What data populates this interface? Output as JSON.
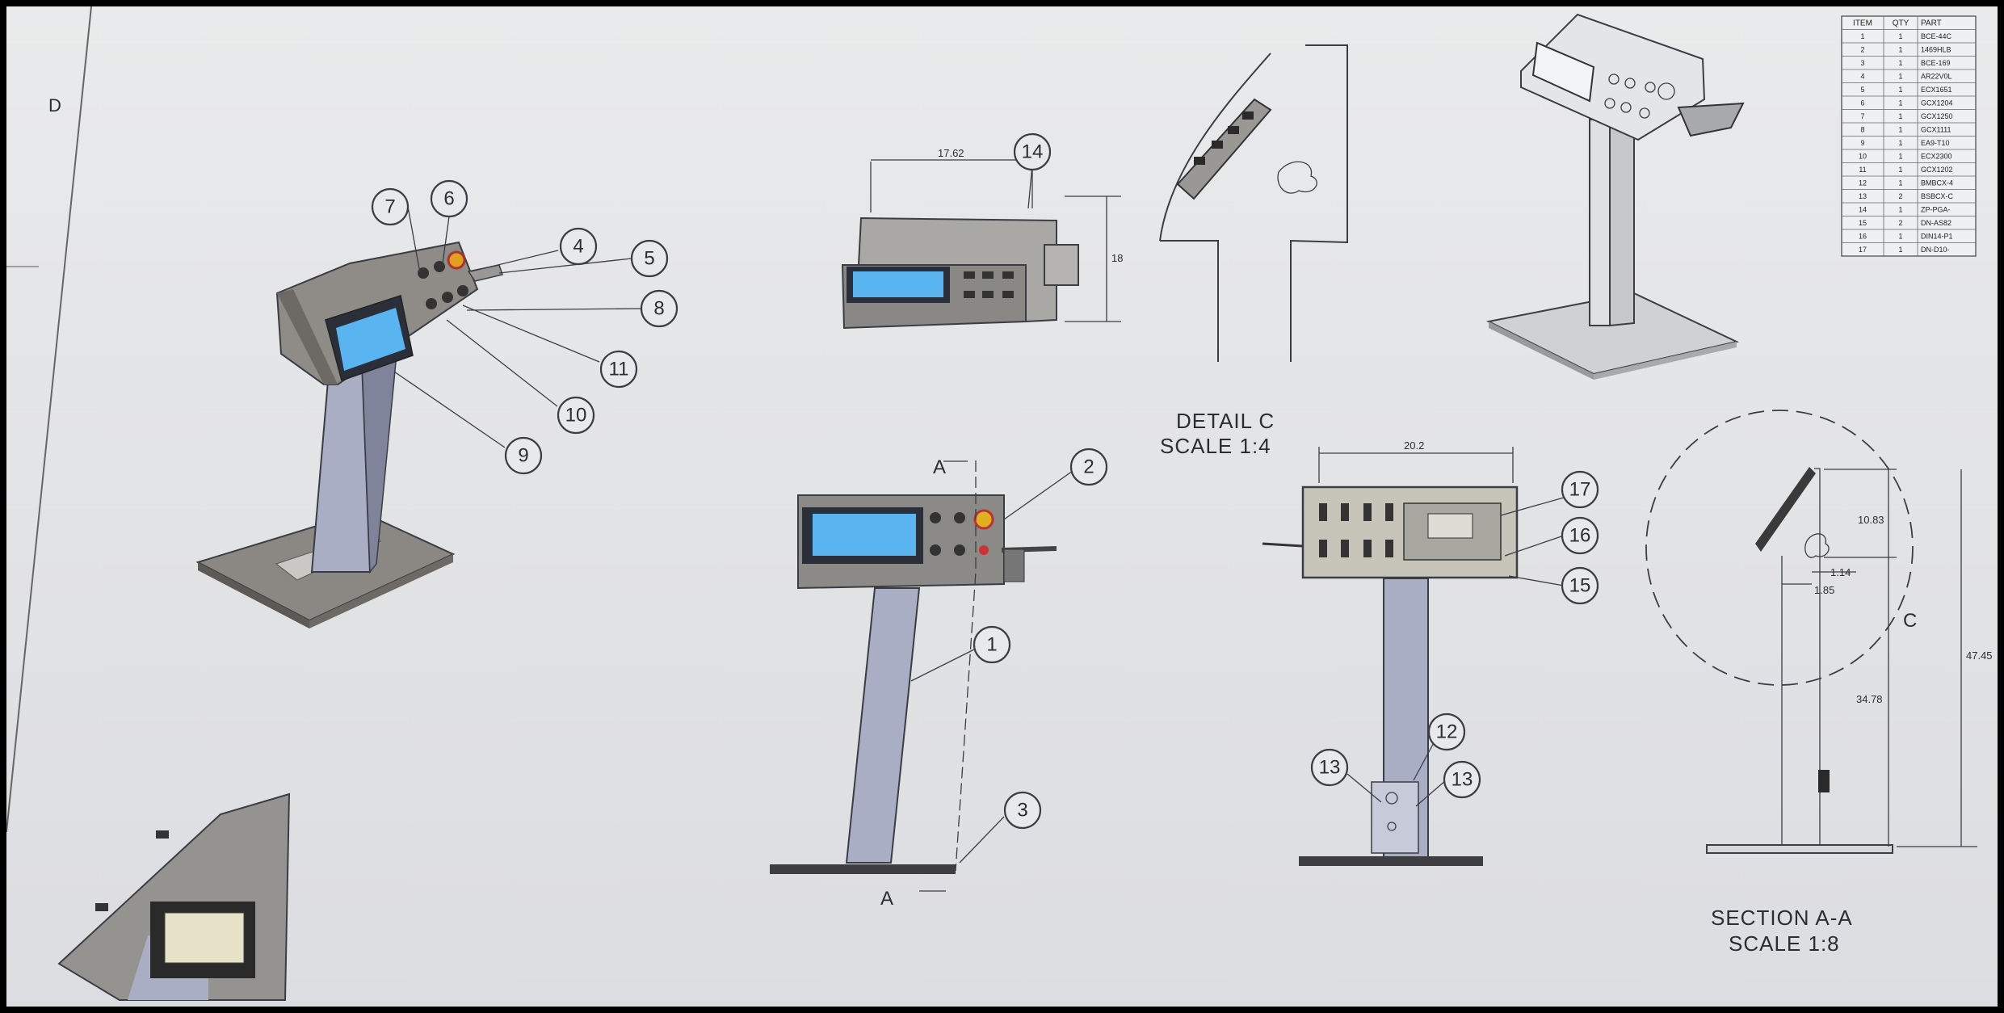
{
  "sheet": {
    "zone_letter": "D",
    "views": {
      "detail": {
        "title": "DETAIL C",
        "scale": "SCALE 1:4"
      },
      "section": {
        "title": "SECTION A-A",
        "scale": "SCALE 1:8",
        "cut_label": "C"
      },
      "section_markers": {
        "top": "A",
        "bottom": "A"
      }
    },
    "dimensions": {
      "front_width": "17.62",
      "front_height": "18",
      "rear_width": "20.2",
      "sec_top": "10.83",
      "sec_offset1": "1.14",
      "sec_offset2": "1.85",
      "sec_mid": "34.78",
      "sec_total": "47.45"
    },
    "balloons": {
      "b1": "1",
      "b2": "2",
      "b3": "3",
      "b4": "4",
      "b5": "5",
      "b6": "6",
      "b7": "7",
      "b8": "8",
      "b9": "9",
      "b10": "10",
      "b11": "11",
      "b12": "12",
      "b13a": "13",
      "b13b": "13",
      "b14": "14",
      "b15": "15",
      "b16": "16",
      "b17": "17"
    },
    "bom": {
      "headers": [
        "ITEM",
        "QTY",
        "PART"
      ],
      "rows": [
        [
          "1",
          "1",
          "BCE-44C"
        ],
        [
          "2",
          "1",
          "1469HLB"
        ],
        [
          "3",
          "1",
          "BCE-169"
        ],
        [
          "4",
          "1",
          "AR22V0L"
        ],
        [
          "5",
          "1",
          "ECX1651"
        ],
        [
          "6",
          "1",
          "GCX1204"
        ],
        [
          "7",
          "1",
          "GCX1250"
        ],
        [
          "8",
          "1",
          "GCX1111"
        ],
        [
          "9",
          "1",
          "EA9-T10"
        ],
        [
          "10",
          "1",
          "ECX2300"
        ],
        [
          "11",
          "1",
          "GCX1202"
        ],
        [
          "12",
          "1",
          "BMBCX-4"
        ],
        [
          "13",
          "2",
          "BSBCX-C"
        ],
        [
          "14",
          "1",
          "ZP-PGA-"
        ],
        [
          "15",
          "2",
          "DN-AS82"
        ],
        [
          "16",
          "1",
          "DIN14-P1"
        ],
        [
          "17",
          "1",
          "DN-D10-"
        ]
      ]
    }
  }
}
